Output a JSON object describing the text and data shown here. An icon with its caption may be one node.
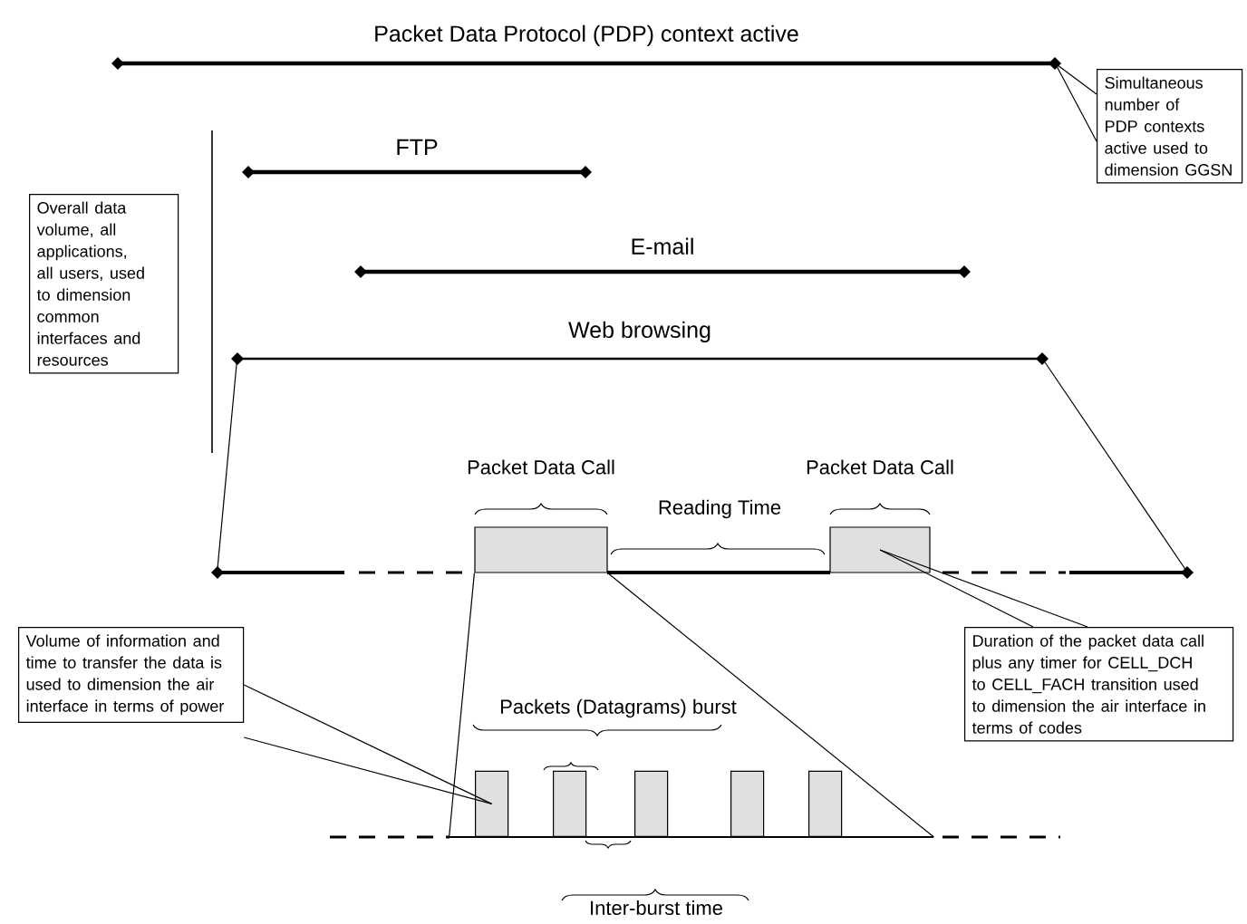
{
  "diagram": {
    "nodes": [
      {
        "text": [
          "Simultaneous number of PDP contexts active used to dimension GGSN"
        ]
      },
      {
        "text": [
          "Overall data volume, all applications, all users, used to dimension common interfaces and resources"
        ]
      },
      {
        "text": [
          "Volume of information and time to transfer the data is used to dimension the air interface in terms of power"
        ]
      },
      {
        "text": [
          "Duration of the packet data call plus any timer for CELL_DCH to CELL_FACH transition used to dimension the air interface in terms of codes"
        ]
      },
      {
        "text": [
          "Packet Data Protocol (PDP) context active"
        ]
      },
      {
        "text": [
          "FTP"
        ]
      },
      {
        "text": [
          "E-mail"
        ]
      },
      {
        "text": [
          "Web browsing"
        ]
      },
      {
        "text": [
          "Packet Data Call"
        ]
      },
      {
        "text": [
          "Packet Data Call"
        ]
      },
      {
        "text": [],
        "shape": "bar"
      },
      {
        "text": [],
        "shape": "bar"
      },
      {
        "text": [],
        "shape": "bar"
      },
      {
        "text": [],
        "shape": "bar"
      },
      {
        "text": [],
        "shape": "bar"
      },
      {
        "text": [],
        "shape": "bar"
      },
      {
        "text": [],
        "shape": "bar"
      }
    ],
    "edges": [
      {
        "from": 0,
        "to": 4,
        "arrow": "none"
      },
      {
        "from": 2,
        "to": 10,
        "arrow": "none"
      },
      {
        "from": 3,
        "to": 9,
        "arrow": "none"
      },
      {
        "from": 7,
        "to": 15,
        "arrow": "none"
      },
      {
        "from": 7,
        "to": 15,
        "arrow": "none"
      },
      {
        "from": 8,
        "to": 16,
        "arrow": "none"
      },
      {
        "from": 8,
        "to": 16,
        "arrow": "none"
      }
    ],
    "labels": [
      "Reading Time",
      "Packets (Datagrams) burst",
      "Inter-burst time"
    ]
  }
}
